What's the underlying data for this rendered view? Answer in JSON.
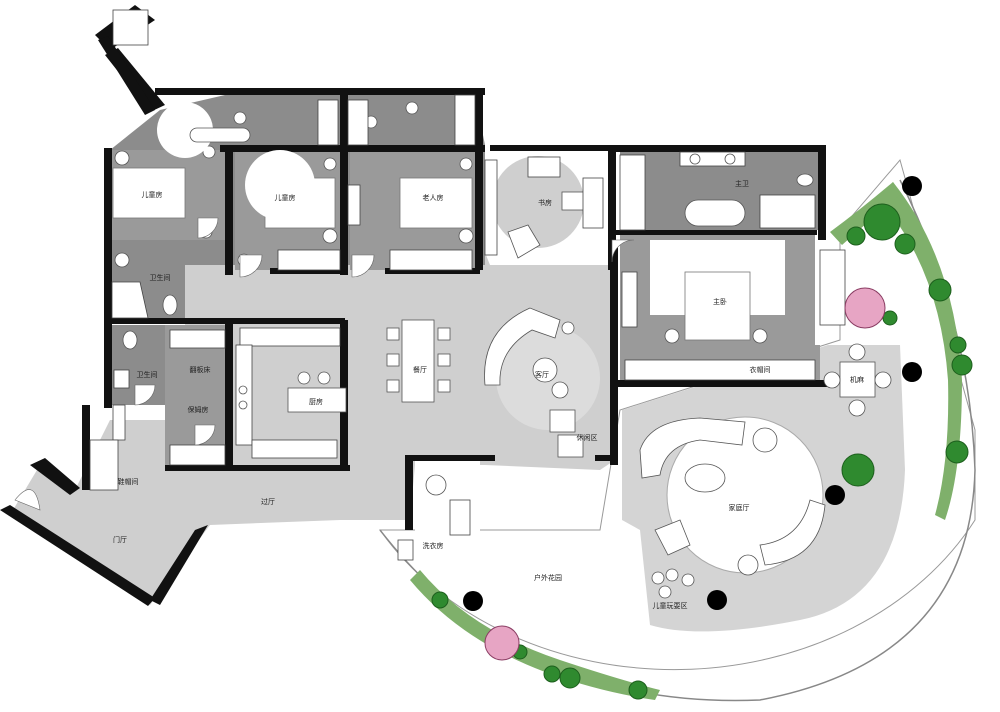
{
  "rooms": {
    "child_room_1": "儿童房",
    "child_room_2": "儿童房",
    "elder_room": "老人房",
    "study": "书房",
    "master_bath": "主卫",
    "master_bedroom": "主卧",
    "closet": "衣帽间",
    "bathroom_upper": "卫生间",
    "bathroom_lower": "卫生间",
    "guest_room": "翻板床",
    "nanny_room": "保姆房",
    "kitchen": "厨房",
    "dining": "餐厅",
    "living": "客厅",
    "leisure": "休闲区",
    "mahjong": "机麻",
    "family_room": "家庭厅",
    "shoe_room": "鞋帽间",
    "foyer": "门厅",
    "corridor": "过厅",
    "laundry": "洗衣房",
    "outdoor_garden": "户外花园",
    "kids_play": "儿童玩耍区"
  },
  "colors": {
    "wall": "#111111",
    "floor_dark": "#8c8c8c",
    "floor_light": "#cfcfcf",
    "lawn": "#7fb06b",
    "shrub": "#2f8a2f",
    "blossom": "#e7a5c4"
  }
}
